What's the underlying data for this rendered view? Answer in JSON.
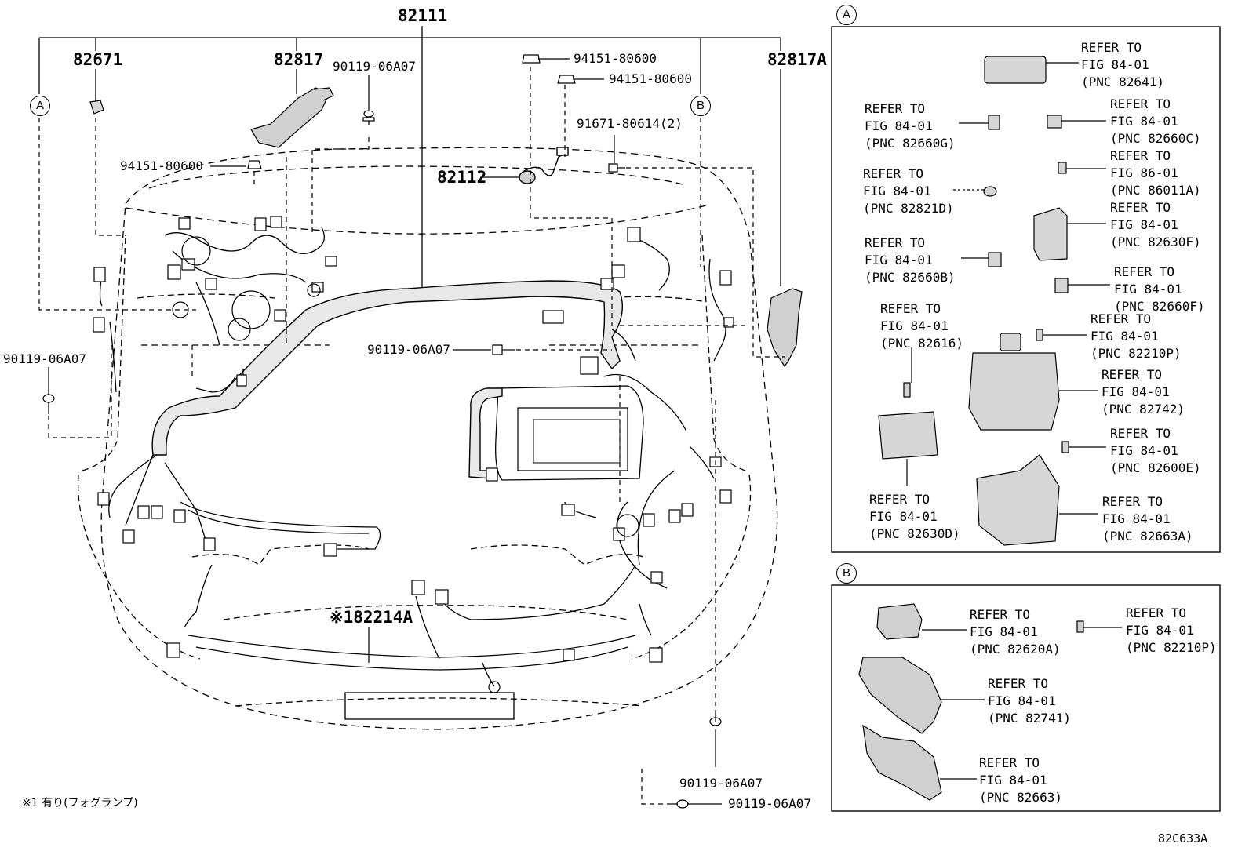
{
  "parts": {
    "main_harness": "82111",
    "p82671": "82671",
    "p82817": "82817",
    "p82817A": "82817A",
    "p82112": "82112",
    "p82214A": "※182214A",
    "bolt_a": "90119-06A07",
    "bolt_left": "90119-06A07",
    "bolt_center": "90119-06A07",
    "bolt_bottom": "90119-06A07",
    "bolt_bottom_right": "90119-06A07",
    "clip_a": "94151-80600",
    "clip_b": "94151-80600",
    "clip_left": "94151-80600",
    "screw": "91671-80614(2)"
  },
  "footnote": "※1 有り(フォグランプ)",
  "figure_code": "82C633A",
  "detail_a": {
    "marker": "A",
    "refs": [
      "REFER TO\nFIG 84-01\n(PNC 82641)",
      "REFER TO\nFIG 84-01\n(PNC 82660G)",
      "REFER TO\nFIG 84-01\n(PNC 82660C)",
      "REFER TO\nFIG 86-01\n(PNC 86011A)",
      "REFER TO\nFIG 84-01\n(PNC 82821D)",
      "REFER TO\nFIG 84-01\n(PNC 82630F)",
      "REFER TO\nFIG 84-01\n(PNC 82660B)",
      "REFER TO\nFIG 84-01\n(PNC 82660F)",
      "REFER TO\nFIG 84-01\n(PNC 82616)",
      "REFER TO\nFIG 84-01\n(PNC 82210P)",
      "REFER TO\nFIG 84-01\n(PNC 82742)",
      "REFER TO\nFIG 84-01\n(PNC 82600E)",
      "REFER TO\nFIG 84-01\n(PNC 82630D)",
      "REFER TO\nFIG 84-01\n(PNC 82663A)"
    ]
  },
  "detail_b": {
    "marker": "B",
    "refs": [
      "REFER TO\nFIG 84-01\n(PNC 82620A)",
      "REFER TO\nFIG 84-01\n(PNC 82210P)",
      "REFER TO\nFIG 84-01\n(PNC 82741)",
      "REFER TO\nFIG 84-01\n(PNC 82663)"
    ]
  },
  "callouts": {
    "a_main": "A",
    "b_main": "B"
  }
}
